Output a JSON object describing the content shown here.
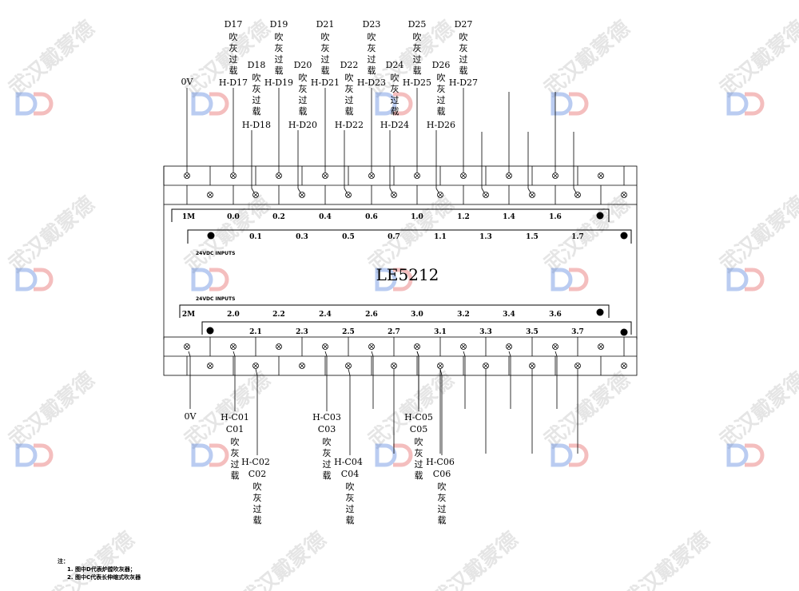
{
  "module_title": "LE5212",
  "inputs_label": "24VDC  INPUTS",
  "watermark": "武汉戴蒙德",
  "top_row_upper": [
    "1M",
    "0.0",
    "0.2",
    "0.4",
    "0.6",
    "1.0",
    "1.2",
    "1.4",
    "1.6"
  ],
  "top_row_lower": [
    "0.1",
    "0.3",
    "0.5",
    "0.7",
    "1.1",
    "1.3",
    "1.5",
    "1.7"
  ],
  "bottom_row_upper": [
    "2M",
    "2.0",
    "2.2",
    "2.4",
    "2.6",
    "3.0",
    "3.2",
    "3.4",
    "3.6"
  ],
  "bottom_row_lower": [
    "2.1",
    "2.3",
    "2.5",
    "2.7",
    "3.1",
    "3.3",
    "3.5",
    "3.7"
  ],
  "top_common": "0V",
  "bottom_common": "0V",
  "top_labels_upper": [
    {
      "code": "D17",
      "desc": [
        "吹",
        "灰",
        "过",
        "载"
      ],
      "tag": "H-D17"
    },
    {
      "code": "D19",
      "desc": [
        "吹",
        "灰",
        "过",
        "载"
      ],
      "tag": "H-D19"
    },
    {
      "code": "D21",
      "desc": [
        "吹",
        "灰",
        "过",
        "载"
      ],
      "tag": "H-D21"
    },
    {
      "code": "D23",
      "desc": [
        "吹",
        "灰",
        "过",
        "载"
      ],
      "tag": "H-D23"
    },
    {
      "code": "D25",
      "desc": [
        "吹",
        "灰",
        "过",
        "载"
      ],
      "tag": "H-D25"
    },
    {
      "code": "D27",
      "desc": [
        "吹",
        "灰",
        "过",
        "载"
      ],
      "tag": "H-D27"
    }
  ],
  "top_labels_lower": [
    {
      "code": "D18",
      "desc": [
        "吹",
        "灰",
        "过",
        "载"
      ],
      "tag": "H-D18"
    },
    {
      "code": "D20",
      "desc": [
        "吹",
        "灰",
        "过",
        "载"
      ],
      "tag": "H-D20"
    },
    {
      "code": "D22",
      "desc": [
        "吹",
        "灰",
        "过",
        "载"
      ],
      "tag": "H-D22"
    },
    {
      "code": "D24",
      "desc": [
        "吹",
        "灰",
        "过",
        "载"
      ],
      "tag": "H-D24"
    },
    {
      "code": "D26",
      "desc": [
        "吹",
        "灰",
        "过",
        "载"
      ],
      "tag": "H-D26"
    }
  ],
  "bottom_labels_upper": [
    {
      "tag": "H-C01",
      "code": "C01",
      "desc": [
        "吹",
        "灰",
        "过",
        "载"
      ]
    },
    {
      "tag": "H-C03",
      "code": "C03",
      "desc": [
        "吹",
        "灰",
        "过",
        "载"
      ]
    },
    {
      "tag": "H-C05",
      "code": "C05",
      "desc": [
        "吹",
        "灰",
        "过",
        "载"
      ]
    }
  ],
  "bottom_labels_lower": [
    {
      "tag": "H-C02",
      "code": "C02",
      "desc": [
        "吹",
        "灰",
        "过",
        "载"
      ]
    },
    {
      "tag": "H-C04",
      "code": "C04",
      "desc": [
        "吹",
        "灰",
        "过",
        "载"
      ]
    },
    {
      "tag": "H-C06",
      "code": "C06",
      "desc": [
        "吹",
        "灰",
        "过",
        "载"
      ]
    }
  ],
  "notes": {
    "heading": "注：",
    "items": [
      "1. 图中D代表炉膛吹灰器；",
      "2. 图中C代表长伸缩式吹灰器"
    ]
  }
}
